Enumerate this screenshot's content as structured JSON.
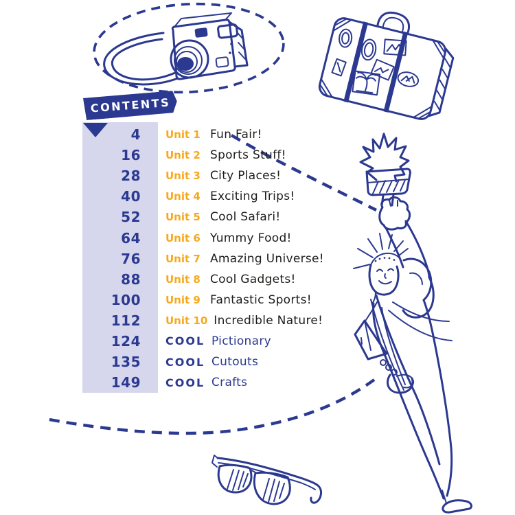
{
  "banner": {
    "label": "CONTENTS"
  },
  "toc": {
    "rows": [
      {
        "page": "4",
        "label": "Unit 1",
        "title": "Fun Fair!",
        "type": "unit"
      },
      {
        "page": "16",
        "label": "Unit 2",
        "title": "Sports Stuff!",
        "type": "unit"
      },
      {
        "page": "28",
        "label": "Unit 3",
        "title": "City Places!",
        "type": "unit"
      },
      {
        "page": "40",
        "label": "Unit 4",
        "title": "Exciting Trips!",
        "type": "unit"
      },
      {
        "page": "52",
        "label": "Unit 5",
        "title": "Cool Safari!",
        "type": "unit"
      },
      {
        "page": "64",
        "label": "Unit 6",
        "title": "Yummy Food!",
        "type": "unit"
      },
      {
        "page": "76",
        "label": "Unit 7",
        "title": "Amazing Universe!",
        "type": "unit"
      },
      {
        "page": "88",
        "label": "Unit 8",
        "title": "Cool Gadgets!",
        "type": "unit"
      },
      {
        "page": "100",
        "label": "Unit 9",
        "title": "Fantastic Sports!",
        "type": "unit"
      },
      {
        "page": "112",
        "label": "Unit 10",
        "title": "Incredible Nature!",
        "type": "unit"
      },
      {
        "page": "124",
        "label": "COOL",
        "title": "Pictionary",
        "type": "cool"
      },
      {
        "page": "135",
        "label": "COOL",
        "title": "Cutouts",
        "type": "cool"
      },
      {
        "page": "149",
        "label": "COOL",
        "title": "Crafts",
        "type": "cool"
      }
    ]
  },
  "illustrations": [
    "camera-in-dashed-oval",
    "suitcase-with-travel-stickers",
    "statue-of-liberty-smiling",
    "sunglasses"
  ],
  "colors": {
    "navy": "#2b3990",
    "yellow": "#f7a81b",
    "title_black": "#1d1d1b",
    "column_lavender": "#d6d6ec",
    "paper": "#ffffff"
  }
}
